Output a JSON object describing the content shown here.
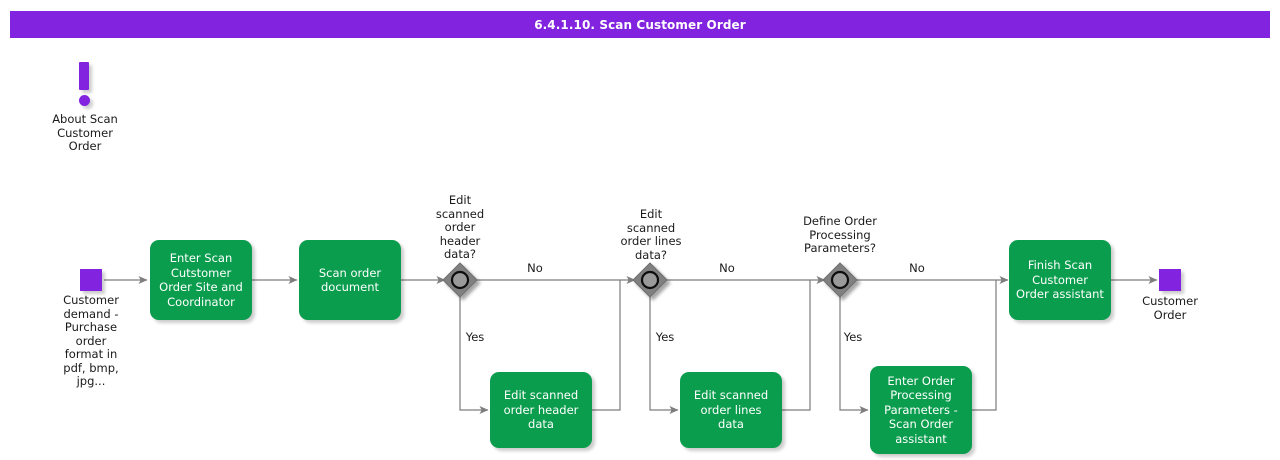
{
  "header": {
    "title": "6.4.1.10. Scan Customer Order",
    "bar_color": "#8223E0"
  },
  "palette": {
    "task_green": "#0A9D4D",
    "terminal_purple": "#8223E0",
    "decision_gray": "#808080",
    "connector_gray": "#7D7D7D",
    "text_dark": "#1A1A1A"
  },
  "note": {
    "icon": "exclamation-icon",
    "caption": "About Scan\nCustomer\nOrder",
    "caption_lines": [
      "About Scan",
      "Customer",
      "Order"
    ]
  },
  "start": {
    "icon": "start-terminal",
    "caption_lines": [
      "Customer",
      "demand -",
      "Purchase",
      "order",
      "format in",
      "pdf, bmp,",
      "jpg..."
    ]
  },
  "end": {
    "icon": "end-terminal",
    "caption_lines": [
      "Customer",
      "Order"
    ]
  },
  "tasks": {
    "enter_site": "Enter Scan Cutstomer Order Site and Coordinator",
    "scan_document": "Scan order document",
    "edit_header": "Edit scanned order header data",
    "edit_lines": "Edit scanned order lines data",
    "enter_params": "Enter Order Processing Parameters - Scan Order assistant",
    "finish": "Finish Scan Customer Order assistant"
  },
  "decisions": {
    "d1": {
      "label_lines": [
        "Edit",
        "scanned",
        "order",
        "header",
        "data?"
      ],
      "no_label": "No",
      "yes_label": "Yes"
    },
    "d2": {
      "label_lines": [
        "Edit",
        "scanned",
        "order lines",
        "data?"
      ],
      "no_label": "No",
      "yes_label": "Yes"
    },
    "d3": {
      "label_lines": [
        "Define Order",
        "Processing",
        "Parameters?"
      ],
      "no_label": "No",
      "yes_label": "Yes"
    }
  }
}
